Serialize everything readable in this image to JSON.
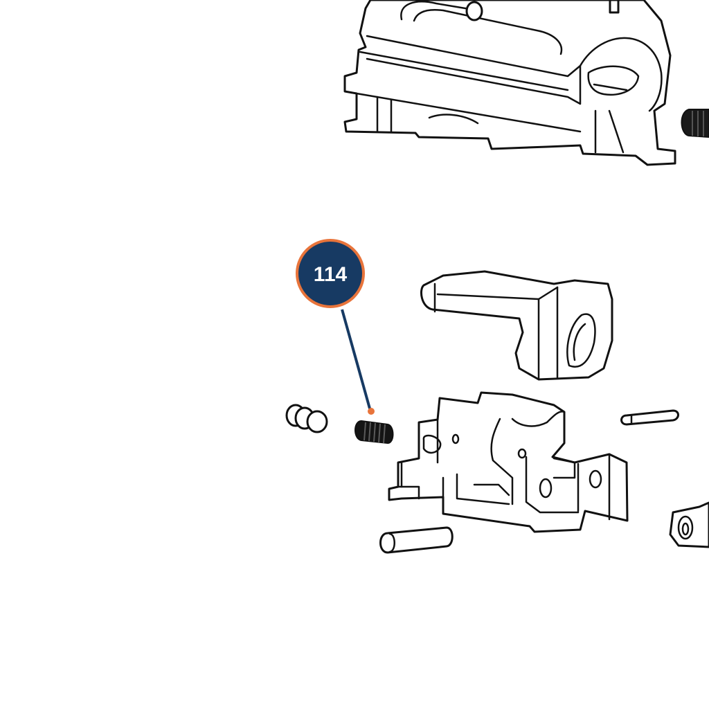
{
  "callout": {
    "label": "114",
    "fill_color": "#173a63",
    "ring_color": "#e8743b",
    "leader_color": "#173a63",
    "dot_color": "#e8743b"
  },
  "parts": [
    {
      "name": "receiver-housing"
    },
    {
      "name": "barrel-pin"
    },
    {
      "name": "trigger-lever"
    },
    {
      "name": "trigger-housing"
    },
    {
      "name": "plunger-caps"
    },
    {
      "name": "spring"
    },
    {
      "name": "roll-pin"
    },
    {
      "name": "dowel-pin"
    },
    {
      "name": "side-bracket"
    }
  ]
}
